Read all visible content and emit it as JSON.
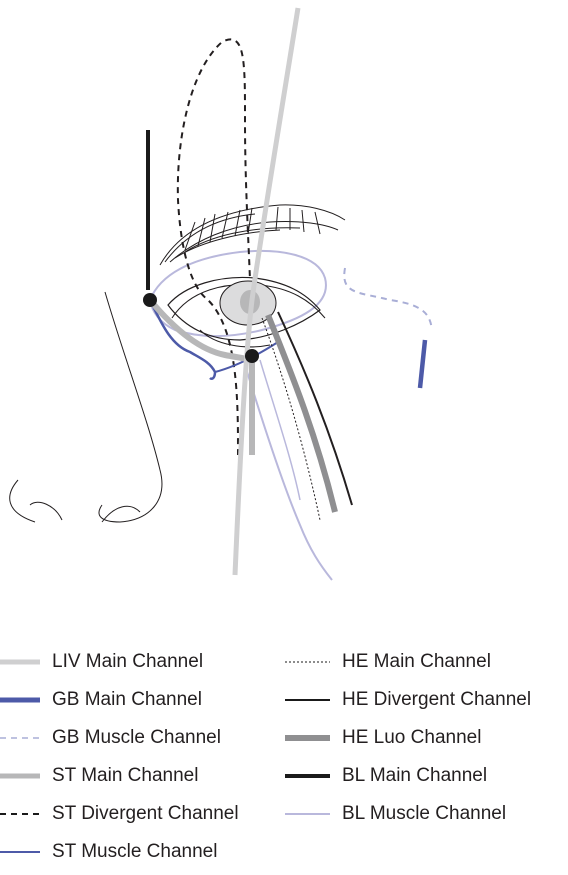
{
  "colors": {
    "liv_main": "#cfcfd0",
    "gb_main": "#4d5aa8",
    "gb_muscle": "#a9aed6",
    "st_main": "#b7b7b8",
    "black": "#1a1a1a",
    "he_luo": "#8f8f91",
    "bl_muscle": "#b9b8dc"
  },
  "legend": {
    "items": [
      {
        "label": "LIV Main Channel",
        "style": "liv-main"
      },
      {
        "label": "GB Main Channel",
        "style": "gb-main"
      },
      {
        "label": "GB Muscle Channel",
        "style": "gb-muscle"
      },
      {
        "label": "ST Main Channel",
        "style": "st-main"
      },
      {
        "label": "ST Divergent Channel",
        "style": "st-divergent"
      },
      {
        "label": "ST Muscle Channel",
        "style": "st-muscle"
      },
      {
        "label": "HE Main Channel",
        "style": "he-main"
      },
      {
        "label": "HE Divergent Channel",
        "style": "he-divergent"
      },
      {
        "label": "HE Luo Channel",
        "style": "he-luo"
      },
      {
        "label": "BL Main Channel",
        "style": "bl-main"
      },
      {
        "label": "BL Muscle Channel",
        "style": "bl-muscle"
      }
    ]
  }
}
